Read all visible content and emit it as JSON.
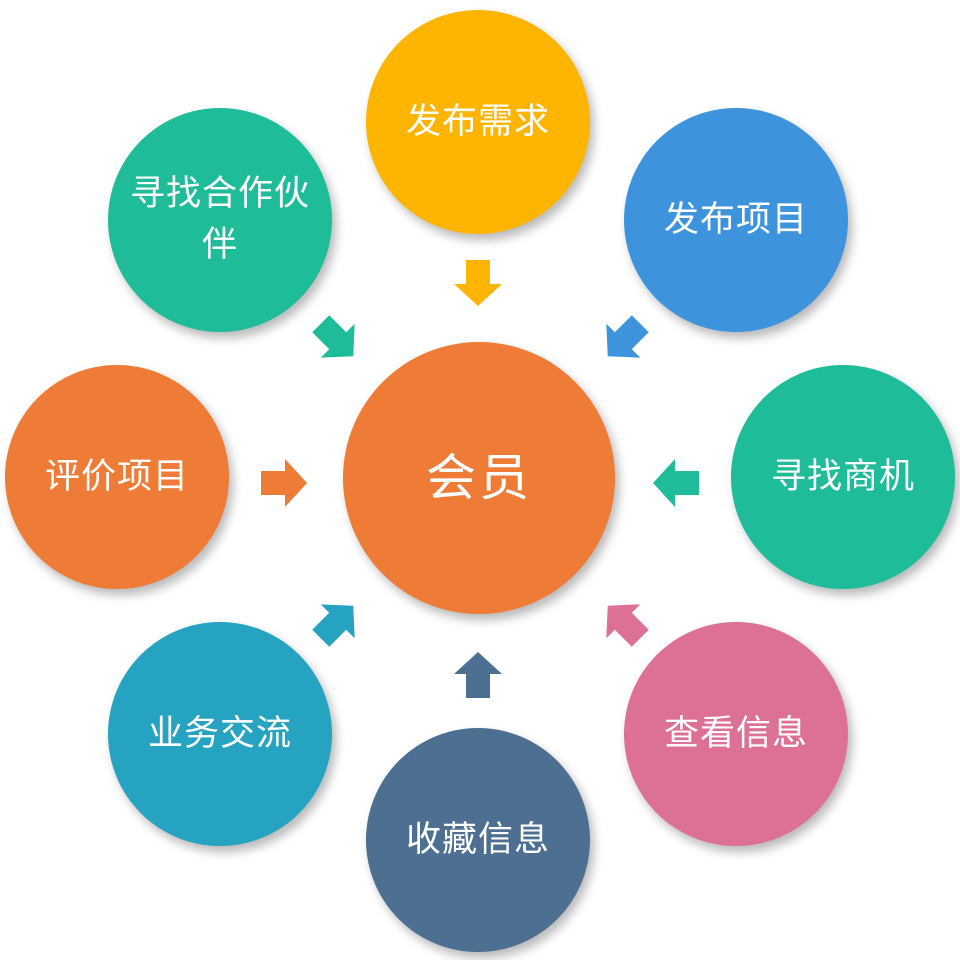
{
  "center": {
    "label": "会员",
    "color": "#EE7B36"
  },
  "nodes": [
    {
      "label": "发布需求",
      "color": "#FDB501",
      "icon": "arrow-icon"
    },
    {
      "label": "发布项目",
      "color": "#3D94DC",
      "icon": "arrow-icon"
    },
    {
      "label": "寻找商机",
      "color": "#1FBC99",
      "icon": "arrow-icon"
    },
    {
      "label": "查看信息",
      "color": "#DC7095",
      "icon": "arrow-icon"
    },
    {
      "label": "收藏信息",
      "color": "#4D6F91",
      "icon": "arrow-icon"
    },
    {
      "label": "业务交流",
      "color": "#27A3C2",
      "icon": "arrow-icon"
    },
    {
      "label": "评价项目",
      "color": "#EE7B36",
      "icon": "arrow-icon"
    },
    {
      "label": "寻找合作伙伴",
      "color": "#1FBC99",
      "icon": "arrow-icon"
    }
  ]
}
